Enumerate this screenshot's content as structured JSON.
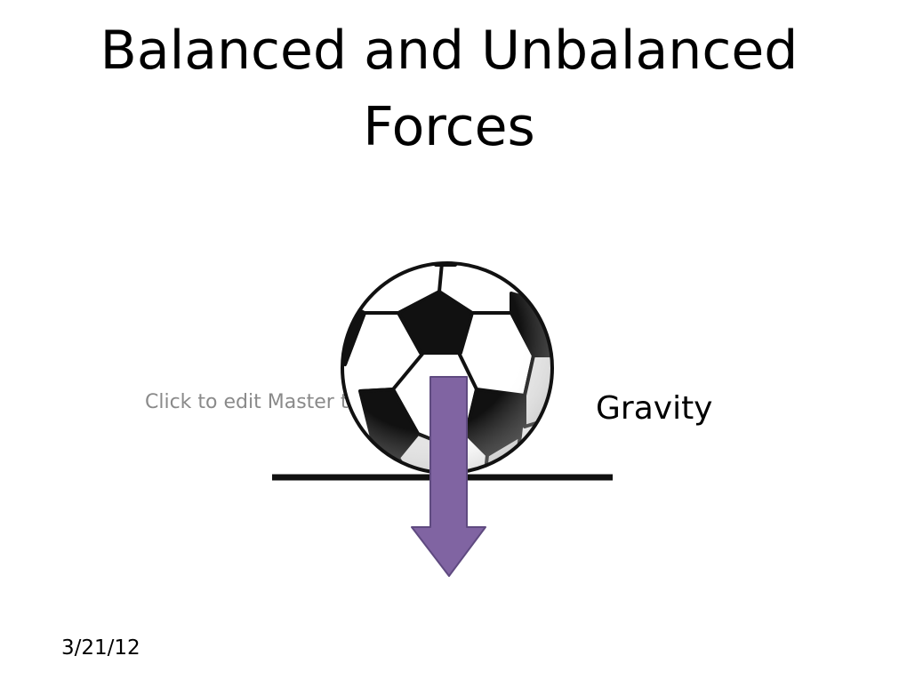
{
  "slide": {
    "title": "Balanced and Unbalanced Forces",
    "body_placeholder": "Click to edit Master text styles",
    "force_label": "Gravity",
    "date": "3/21/12"
  },
  "colors": {
    "background": "#ffffff",
    "text": "#000000",
    "placeholder_text": "#8a8a8a",
    "arrow_fill": "#8064a2",
    "arrow_stroke": "#5f4a80",
    "ground_line": "#111111"
  },
  "icons": {
    "ball": "soccer-ball-icon",
    "arrow": "down-arrow-icon"
  }
}
